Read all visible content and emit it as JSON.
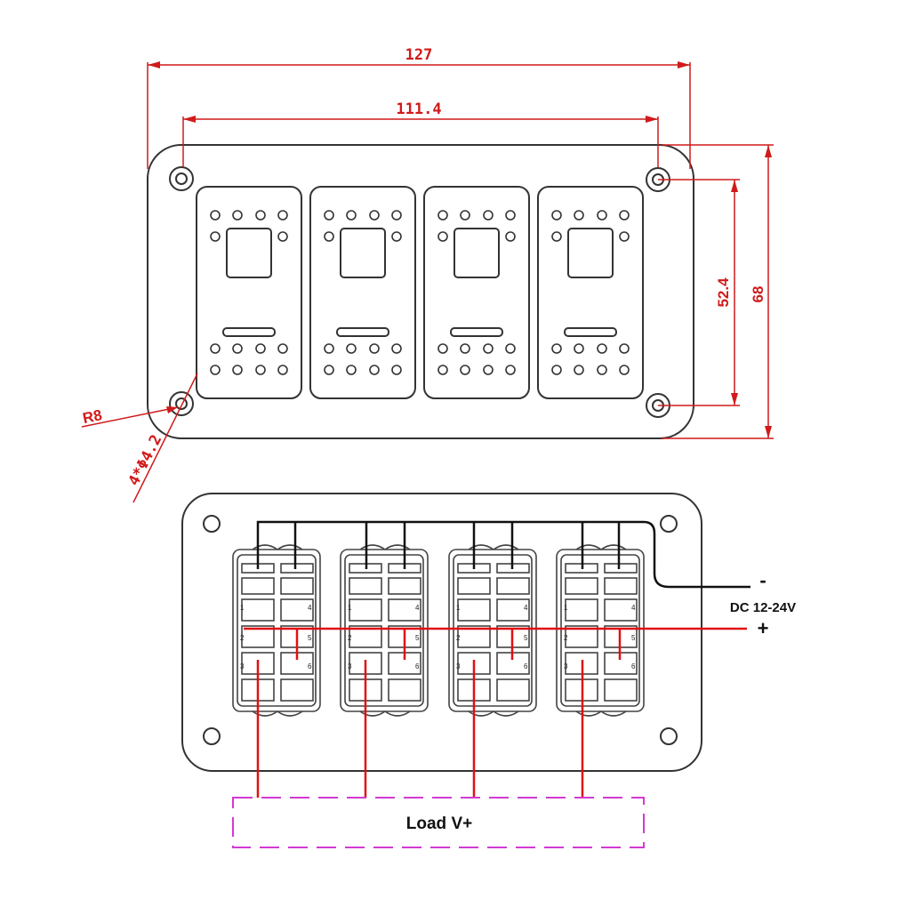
{
  "dimensions": {
    "overall_width": "127",
    "hole_spacing_width": "111.4",
    "hole_spacing_height": "52.4",
    "overall_height": "68",
    "corner_radius": "R8",
    "hole_diameter": "4*Φ4.2"
  },
  "wiring": {
    "negative_sign": "-",
    "supply_label": "DC 12-24V",
    "positive_sign": "+",
    "load_label": "Load V+"
  },
  "switch_pins": [
    "1",
    "4",
    "2",
    "5",
    "3",
    "6"
  ],
  "colors": {
    "dimension": "#d11a1a",
    "outline": "#333333",
    "positive_wire": "#e01010",
    "negative_wire": "#111111",
    "load_box": "#d23ad2"
  }
}
